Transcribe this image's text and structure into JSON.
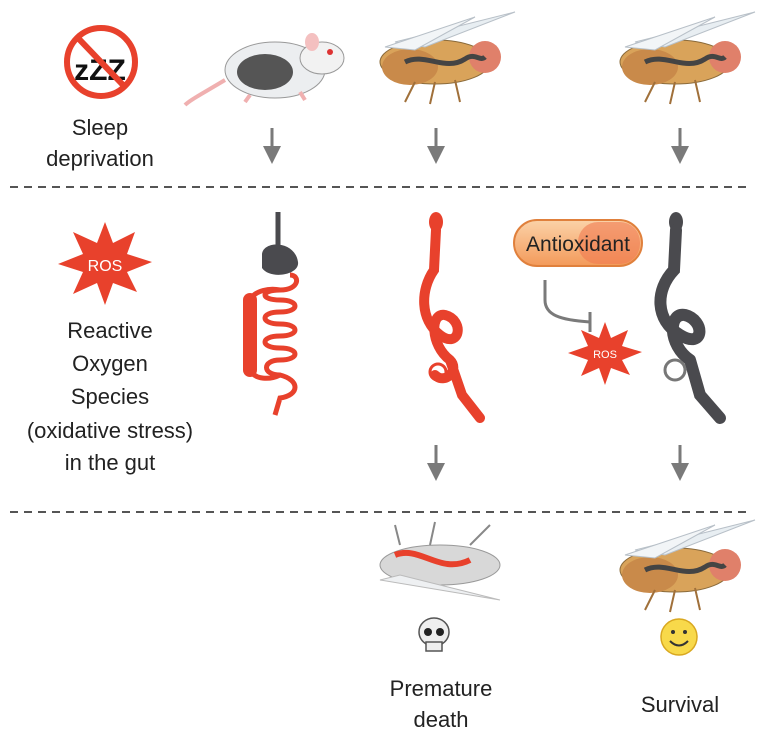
{
  "row1": {
    "icon_text": "zZZ",
    "label_line1": "Sleep",
    "label_line2": "deprivation"
  },
  "row2": {
    "ros_badge": "ROS",
    "label_lines": [
      "Reactive",
      "Oxygen",
      "Species",
      "(oxidative stress)",
      "in the gut"
    ],
    "antioxidant_label": "Antioxidant",
    "ros_small": "ROS"
  },
  "row3": {
    "death_line1": "Premature",
    "death_line2": "death",
    "survival": "Survival"
  },
  "colors": {
    "red": "#e8412c",
    "gray": "#4a4a4e",
    "arrow": "#7a7a7a",
    "pill": "#f6a66a"
  }
}
